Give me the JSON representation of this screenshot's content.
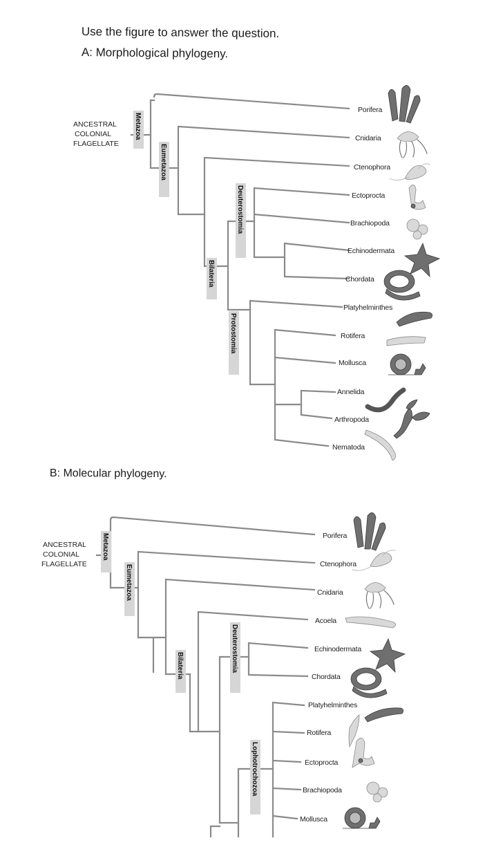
{
  "instruction": "Use the figure to answer the question.",
  "panelA": {
    "title": "A: Morphological phylogeny.",
    "ancestor": [
      "ANCESTRAL",
      "COLONIAL",
      "FLAGELLATE"
    ],
    "clades": [
      "Metazoa",
      "Eumetazoa",
      "Bilateria",
      "Deuterostomia",
      "Protostomia"
    ],
    "taxa": [
      "Porifera",
      "Cnidaria",
      "Ctenophora",
      "Ectoprocta",
      "Brachiopoda",
      "Echinodermata",
      "Chordata",
      "Platyhelminthes",
      "Rotifera",
      "Mollusca",
      "Annelida",
      "Arthropoda",
      "Nematoda"
    ]
  },
  "panelB": {
    "title": "B: Molecular phylogeny.",
    "ancestor": [
      "ANCESTRAL",
      "COLONIAL",
      "FLAGELLATE"
    ],
    "clades": [
      "Metazoa",
      "Eumetazoa",
      "Bilateria",
      "Deuterostomia",
      "Lophotrochozoa"
    ],
    "taxa": [
      "Porifera",
      "Ctenophora",
      "Cnidaria",
      "Acoela",
      "Echinodermata",
      "Chordata",
      "Platyhelminthes",
      "Rotifera",
      "Ectoprocta",
      "Brachiopoda",
      "Mollusca"
    ]
  },
  "illustrations": [
    "sponge-icon",
    "jellyfish-icon",
    "comb-jelly-icon",
    "bryozoan-icon",
    "brachiopod-icon",
    "starfish-icon",
    "snake-icon",
    "flatworm-icon",
    "rotifer-icon",
    "snail-icon",
    "earthworm-icon",
    "lobster-icon",
    "roundworm-icon"
  ]
}
